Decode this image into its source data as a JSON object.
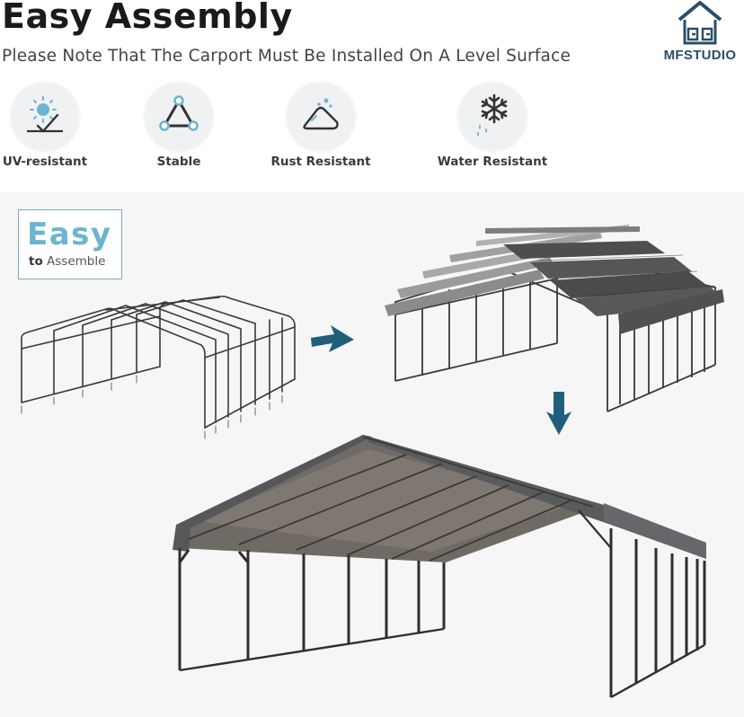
{
  "header": {
    "title": "Easy Assembly",
    "subtitle": "Please Note That The Carport Must Be Installed On A Level Surface"
  },
  "brand": {
    "name": "MFSTUDIO",
    "color": "#2b4e66"
  },
  "features": [
    {
      "label": "UV-resistant",
      "icon": "sun-check-icon"
    },
    {
      "label": "Stable",
      "icon": "triangle-structure-icon"
    },
    {
      "label": "Rust Resistant",
      "icon": "anti-rust-icon"
    },
    {
      "label": "Water Resistant",
      "icon": "snowflake-rain-icon"
    }
  ],
  "badge": {
    "big": "Easy",
    "small_bold": "to",
    "small": "Assemble"
  },
  "colors": {
    "accent": "#6cb4d0",
    "arrow": "#1f5f7a",
    "frame": "#3a3a3a",
    "roof": "#5d5e60"
  }
}
